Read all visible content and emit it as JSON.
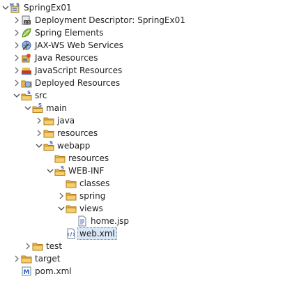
{
  "explorer": {
    "items": [
      {
        "label": "SpringEx01",
        "depth": 0,
        "state": "open",
        "icon": "spring-project-icon"
      },
      {
        "label": "Deployment Descriptor: SpringEx01",
        "depth": 1,
        "state": "closed",
        "icon": "deployment-descriptor-icon"
      },
      {
        "label": "Spring Elements",
        "depth": 1,
        "state": "closed",
        "icon": "spring-leaf-icon"
      },
      {
        "label": "JAX-WS Web Services",
        "depth": 1,
        "state": "closed",
        "icon": "web-services-icon"
      },
      {
        "label": "Java Resources",
        "depth": 1,
        "state": "closed",
        "icon": "java-resources-icon"
      },
      {
        "label": "JavaScript Resources",
        "depth": 1,
        "state": "closed",
        "icon": "javascript-resources-icon"
      },
      {
        "label": "Deployed Resources",
        "depth": 1,
        "state": "closed",
        "icon": "deployed-resources-icon"
      },
      {
        "label": "src",
        "depth": 1,
        "state": "open",
        "icon": "source-folder-icon"
      },
      {
        "label": "main",
        "depth": 2,
        "state": "open",
        "icon": "source-folder-icon"
      },
      {
        "label": "java",
        "depth": 3,
        "state": "closed",
        "icon": "folder-icon"
      },
      {
        "label": "resources",
        "depth": 3,
        "state": "closed",
        "icon": "folder-icon"
      },
      {
        "label": "webapp",
        "depth": 3,
        "state": "open",
        "icon": "source-folder-icon"
      },
      {
        "label": "resources",
        "depth": 4,
        "state": "none",
        "icon": "folder-icon"
      },
      {
        "label": "WEB-INF",
        "depth": 4,
        "state": "open",
        "icon": "source-folder-icon"
      },
      {
        "label": "classes",
        "depth": 5,
        "state": "none",
        "icon": "folder-icon"
      },
      {
        "label": "spring",
        "depth": 5,
        "state": "closed",
        "icon": "folder-icon"
      },
      {
        "label": "views",
        "depth": 5,
        "state": "open",
        "icon": "folder-icon"
      },
      {
        "label": "home.jsp",
        "depth": 6,
        "state": "none",
        "icon": "jsp-file-icon"
      },
      {
        "label": "web.xml",
        "depth": 5,
        "state": "none",
        "icon": "xml-file-icon",
        "selected": true
      },
      {
        "label": "test",
        "depth": 2,
        "state": "closed",
        "icon": "folder-icon"
      },
      {
        "label": "target",
        "depth": 1,
        "state": "closed",
        "icon": "folder-icon"
      },
      {
        "label": "pom.xml",
        "depth": 1,
        "state": "none",
        "icon": "maven-pom-icon"
      }
    ]
  }
}
